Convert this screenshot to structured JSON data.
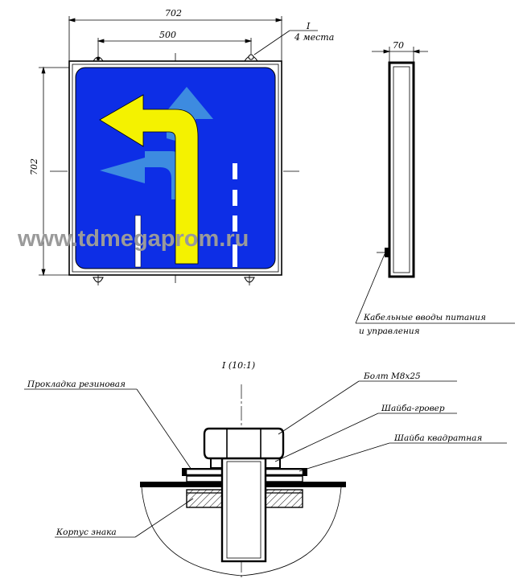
{
  "sign": {
    "colors": {
      "background": "#0d2ee6",
      "yellow_arrow": "#f4f200",
      "blue_arrow": "#3d8be0",
      "lane_line": "#ffffff",
      "frame": "#000000"
    }
  },
  "dimensions": {
    "overall_width": "702",
    "mount_spacing": "500",
    "overall_height": "702",
    "depth": "70"
  },
  "callouts": {
    "detail_ref": "I",
    "detail_qty": "4 места",
    "cable_line1": "Кабельные вводы питания",
    "cable_line2": "и управления"
  },
  "detail": {
    "title": "I (10:1)",
    "labels": {
      "rubber_gasket": "Прокладка резиновая",
      "bolt": "Болт М8х25",
      "spring_washer": "Шайба-гровер",
      "square_washer": "Шайба квадратная",
      "sign_body": "Корпус знака"
    }
  },
  "watermark": "www.tdmegaprom.ru"
}
